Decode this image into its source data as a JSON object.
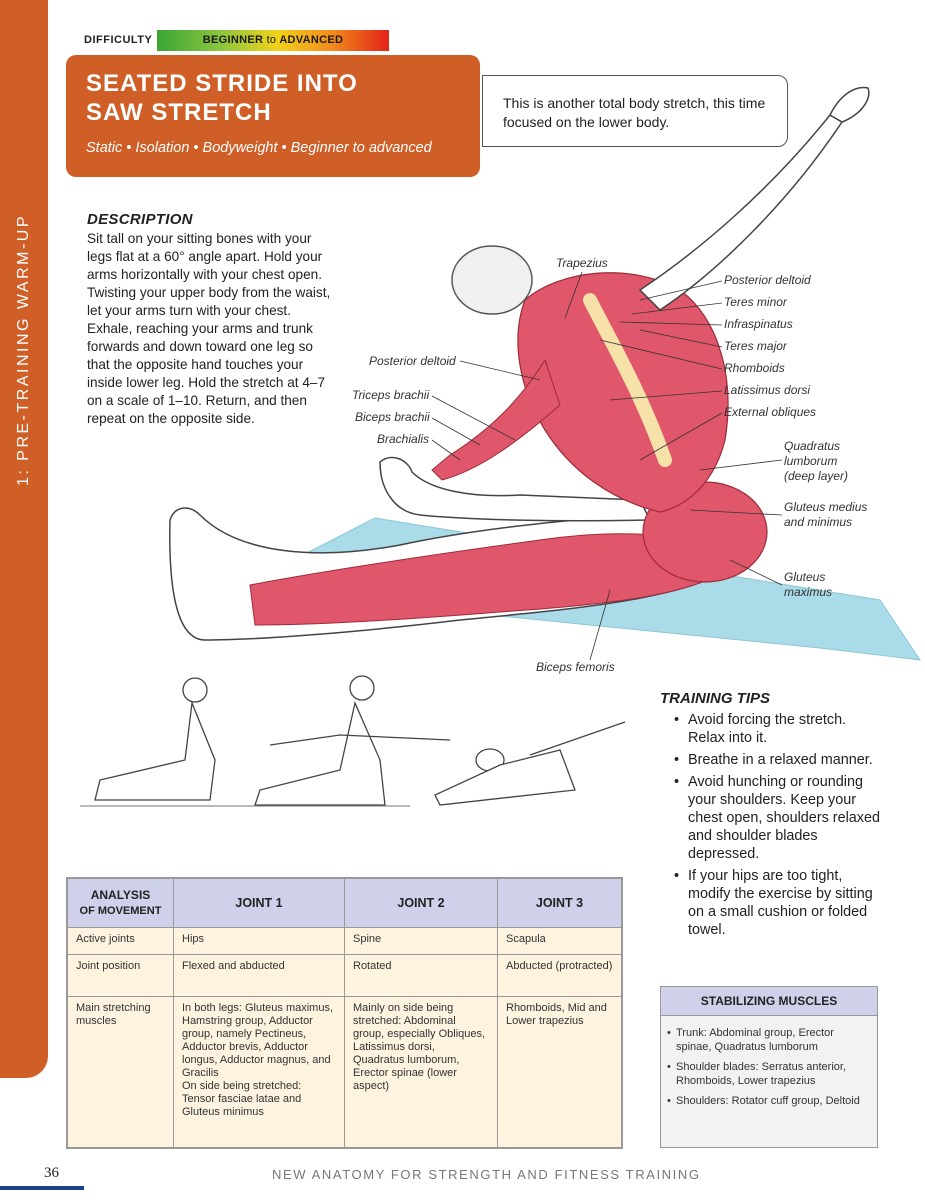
{
  "side_tab": "1: PRE-TRAINING WARM-UP",
  "difficulty": {
    "label": "DIFFICULTY",
    "level_prefix": "BEGINNER",
    "level_mid": "to",
    "level_suffix": "ADVANCED"
  },
  "title": "SEATED STRIDE INTO SAW STRETCH",
  "subtitle": "Static • Isolation • Bodyweight • Beginner to advanced",
  "intro": "This is another total body stretch, this time focused on the lower body.",
  "description": {
    "heading": "DESCRIPTION",
    "text": "Sit tall on your sitting bones with your legs flat at a 60° angle apart. Hold your arms horizontally with your chest open. Twisting your upper body from the waist, let your arms turn with your chest. Exhale, reaching your arms and trunk forwards and down toward one leg so that the opposite hand touches your inside lower leg. Hold the stretch at 4–7 on a scale of 1–10. Return, and then repeat on the opposite side."
  },
  "muscle_labels": {
    "trapezius": "Trapezius",
    "posterior_deltoid_right": "Posterior deltoid",
    "teres_minor": "Teres minor",
    "infraspinatus": "Infraspinatus",
    "teres_major": "Teres major",
    "rhomboids": "Rhomboids",
    "latissimus_dorsi": "Latissimus dorsi",
    "external_obliques": "External obliques",
    "quadratus_line1": "Quadratus",
    "quadratus_line2": "lumborum",
    "quadratus_line3": "(deep layer)",
    "gluteus_medius_line1": "Gluteus medius",
    "gluteus_medius_line2": "and minimus",
    "gluteus_maximus_line1": "Gluteus",
    "gluteus_maximus_line2": "maximus",
    "biceps_femoris": "Biceps femoris",
    "posterior_deltoid_left": "Posterior deltoid",
    "triceps_brachii": "Triceps brachii",
    "biceps_brachii": "Biceps brachii",
    "brachialis": "Brachialis"
  },
  "training_tips": {
    "heading": "TRAINING TIPS",
    "items": [
      "Avoid forcing the stretch. Relax into it.",
      "Breathe in a relaxed manner.",
      "Avoid hunching or rounding your shoulders. Keep your chest open, shoulders relaxed and shoulder blades depressed.",
      "If your hips are too tight, modify the exercise by sitting on a small cushion or folded towel."
    ]
  },
  "analysis": {
    "header_line1": "ANALYSIS",
    "header_line2": "OF MOVEMENT",
    "columns": [
      "JOINT 1",
      "JOINT 2",
      "JOINT 3"
    ],
    "rows": [
      {
        "label": "Active joints",
        "cells": [
          "Hips",
          "Spine",
          "Scapula"
        ]
      },
      {
        "label": "Joint position",
        "cells": [
          "Flexed and abducted",
          "Rotated",
          "Abducted (protracted)"
        ]
      },
      {
        "label": "Main stretching muscles",
        "cells": [
          "In both legs: Gluteus maximus, Hamstring group, Adductor group, namely Pectineus, Adductor brevis, Adductor longus, Adductor magnus, and Gracilis",
          "Mainly on side being stretched: Abdominal group, especially Obliques, Latissimus dorsi, Quadratus lumborum, Erector spinae (lower aspect)",
          "Rhomboids, Mid and Lower trapezius"
        ],
        "extra": "On side being stretched: Tensor fasciae latae and Gluteus minimus"
      }
    ]
  },
  "stabilizing": {
    "heading": "STABILIZING MUSCLES",
    "items": [
      "Trunk: Abdominal group, Erector spinae, Quadratus lumborum",
      "Shoulder blades: Serratus anterior, Rhomboids, Lower trapezius",
      "Shoulders: Rotator cuff group, Deltoid"
    ]
  },
  "footer": {
    "page_number": "36",
    "book_title": "NEW ANATOMY FOR STRENGTH AND FITNESS TRAINING"
  },
  "colors": {
    "accent_orange": "#cf5f27",
    "table_header": "#cfd0ea",
    "table_body": "#fdf3df",
    "mat_blue": "#a9dbe8",
    "muscle_red": "#e0566a",
    "footer_rule": "#1f3f8a"
  }
}
